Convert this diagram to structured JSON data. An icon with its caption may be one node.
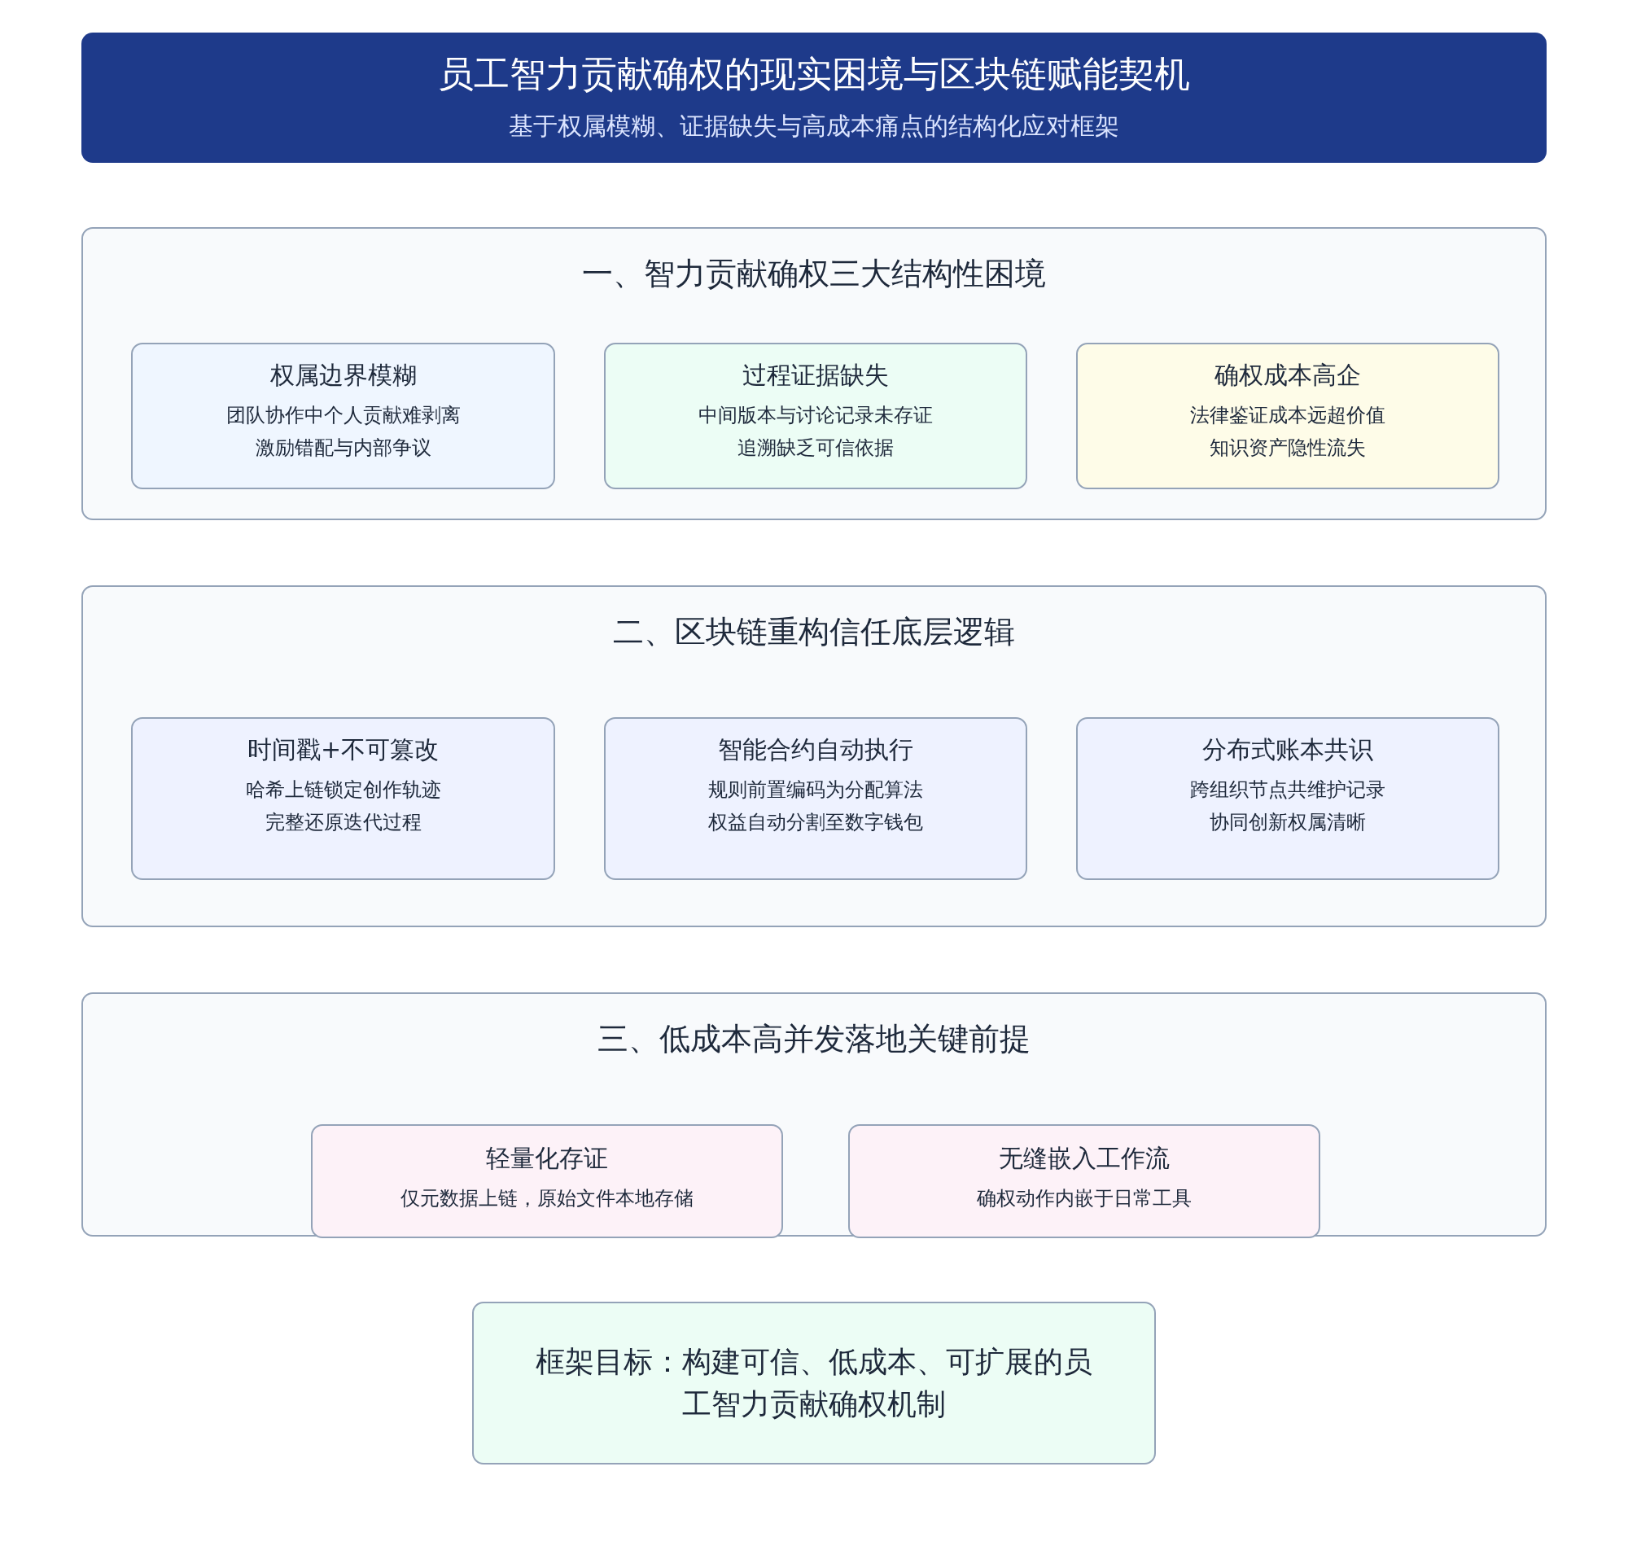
{
  "diagram": {
    "nodes": [
      {
        "text": [
          "员工智力贡献确权的现实困境与区块链赋能契机",
          "基于权属模糊、证据缺失与高成本痛点的结构化应对框架"
        ]
      },
      {
        "text": [
          "一、智力贡献确权三大结构性困境"
        ]
      },
      {
        "text": [
          "权属边界模糊",
          "团队协作中个人贡献难剥离",
          "激励错配与内部争议"
        ],
        "in": 1
      },
      {
        "text": [
          "过程证据缺失",
          "中间版本与讨论记录未存证",
          "追溯缺乏可信依据"
        ],
        "in": 1
      },
      {
        "text": [
          "确权成本高企",
          "法律鉴证成本远超价值",
          "知识资产隐性流失"
        ],
        "in": 1
      },
      {
        "text": [
          "二、区块链重构信任底层逻辑"
        ]
      },
      {
        "text": [
          "时间戳+不可篡改",
          "哈希上链锁定创作轨迹",
          "完整还原迭代过程"
        ],
        "in": 5
      },
      {
        "text": [
          "智能合约自动执行",
          "规则前置编码为分配算法",
          "权益自动分割至数字钱包"
        ],
        "in": 5
      },
      {
        "text": [
          "分布式账本共识",
          "跨组织节点共维护记录",
          "协同创新权属清晰"
        ],
        "in": 5
      },
      {
        "text": [
          "三、低成本高并发落地关键前提"
        ]
      },
      {
        "text": [
          "轻量化存证",
          "仅元数据上链，原始文件本地存储"
        ],
        "in": 9
      },
      {
        "text": [
          "无缝嵌入工作流",
          "确权动作内嵌于日常工具"
        ],
        "in": 9
      },
      {
        "text": [
          "框架目标：构建可信、低成本、可扩展的员工智力贡献确权机制"
        ]
      }
    ]
  }
}
